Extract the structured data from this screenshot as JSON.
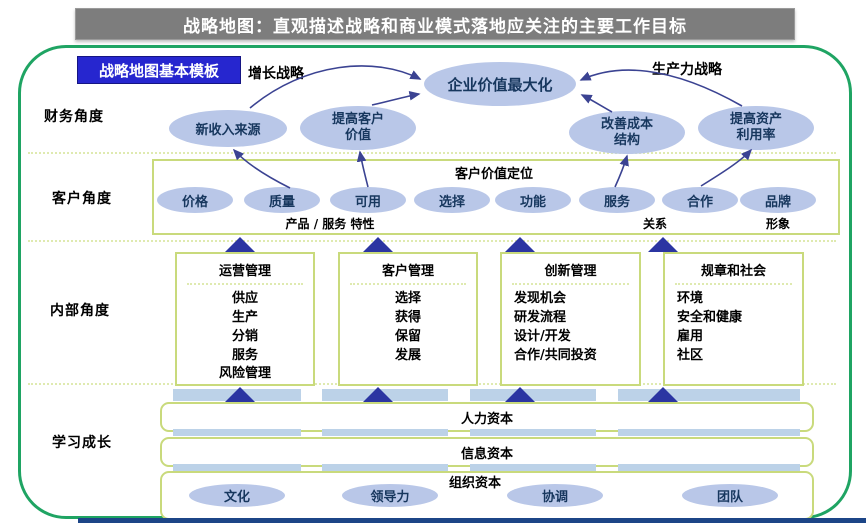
{
  "title": "战略地图：直观描述战略和商业模式落地应关注的主要工作目标",
  "badge": "战略地图基本模板",
  "strategy_labels": {
    "growth": "增长战略",
    "productivity": "生产力战略"
  },
  "goal": "企业价值最大化",
  "perspectives": {
    "financial": "财务角度",
    "customer": "客户角度",
    "internal": "内部角度",
    "learning": "学习成长"
  },
  "financial": {
    "ellipses": [
      "新收入来源",
      "提高客户价值",
      "改善成本结构",
      "提高资产利用率"
    ]
  },
  "customer": {
    "box_title": "客户价值定位",
    "ellipses": [
      "价格",
      "质量",
      "可用",
      "选择",
      "功能",
      "服务",
      "合作",
      "品牌"
    ],
    "captions": {
      "product": "产品 / 服务 特性",
      "relation": "关系",
      "image": "形象"
    }
  },
  "internal": {
    "boxes": [
      {
        "title": "运营管理",
        "items": [
          "供应",
          "生产",
          "分销",
          "服务",
          "风险管理"
        ]
      },
      {
        "title": "客户管理",
        "items": [
          "选择",
          "获得",
          "保留",
          "发展"
        ]
      },
      {
        "title": "创新管理",
        "items": [
          "发现机会",
          "研发流程",
          "设计/开发",
          "合作/共同投资"
        ]
      },
      {
        "title": "规章和社会",
        "items": [
          "环境",
          "安全和健康",
          "雇用",
          "社区"
        ]
      }
    ]
  },
  "learning": {
    "bars": [
      "人力资本",
      "信息资本"
    ],
    "org": {
      "title": "组织资本",
      "ellipses": [
        "文化",
        "领导力",
        "协调",
        "团队"
      ]
    }
  },
  "colors": {
    "outer_border_green": "#1fa463",
    "badge_blue": "#2626cf",
    "title_bar_gray": "#7d7d7d",
    "ellipse_fill": "#b9c7e8",
    "box_border": "#c9da7c",
    "triangle_blue": "#2b35a2",
    "band_blue": "#bcd2e8",
    "arrow_blue": "#3b4392",
    "bottom_line_blue": "#1c4587"
  }
}
